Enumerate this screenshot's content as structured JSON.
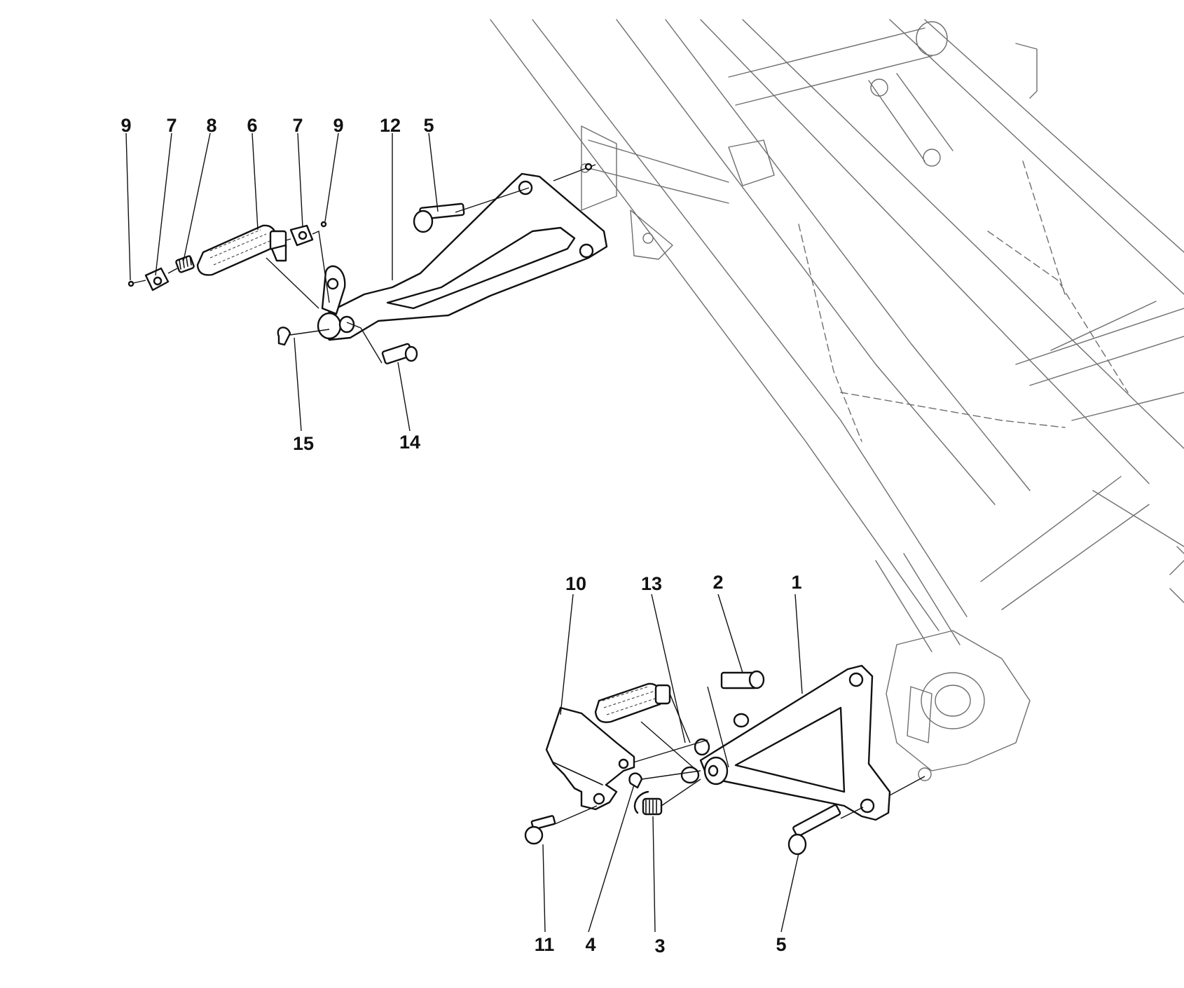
{
  "callouts_upper": [
    "9",
    "7",
    "8",
    "6",
    "7",
    "9",
    "12",
    "5",
    "15",
    "14"
  ],
  "callouts_lower": [
    "10",
    "13",
    "2",
    "1",
    "11",
    "4",
    "3",
    "5"
  ],
  "colors": {
    "line": "#111111",
    "frame": "#6e6e6e",
    "background": "#ffffff"
  }
}
